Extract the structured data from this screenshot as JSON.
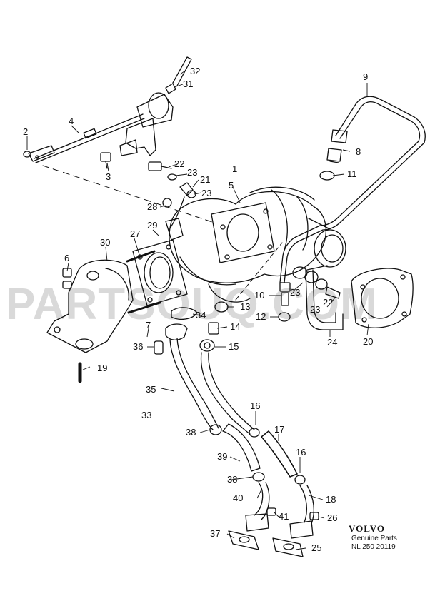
{
  "watermark": "PARTSOUQ.COM",
  "brand": {
    "name": "VOLVO",
    "caption": "Genuine Parts",
    "ref": "NL 250 20119"
  },
  "callouts": [
    "1",
    "2",
    "3",
    "4",
    "5",
    "6",
    "7",
    "8",
    "9",
    "10",
    "11",
    "12",
    "13",
    "14",
    "15",
    "16",
    "16",
    "17",
    "18",
    "19",
    "20",
    "21",
    "22",
    "22",
    "23",
    "23",
    "23",
    "23",
    "24",
    "25",
    "26",
    "27",
    "28",
    "29",
    "30",
    "31",
    "32",
    "33",
    "34",
    "35",
    "36",
    "37",
    "38",
    "38",
    "39",
    "40",
    "41"
  ]
}
